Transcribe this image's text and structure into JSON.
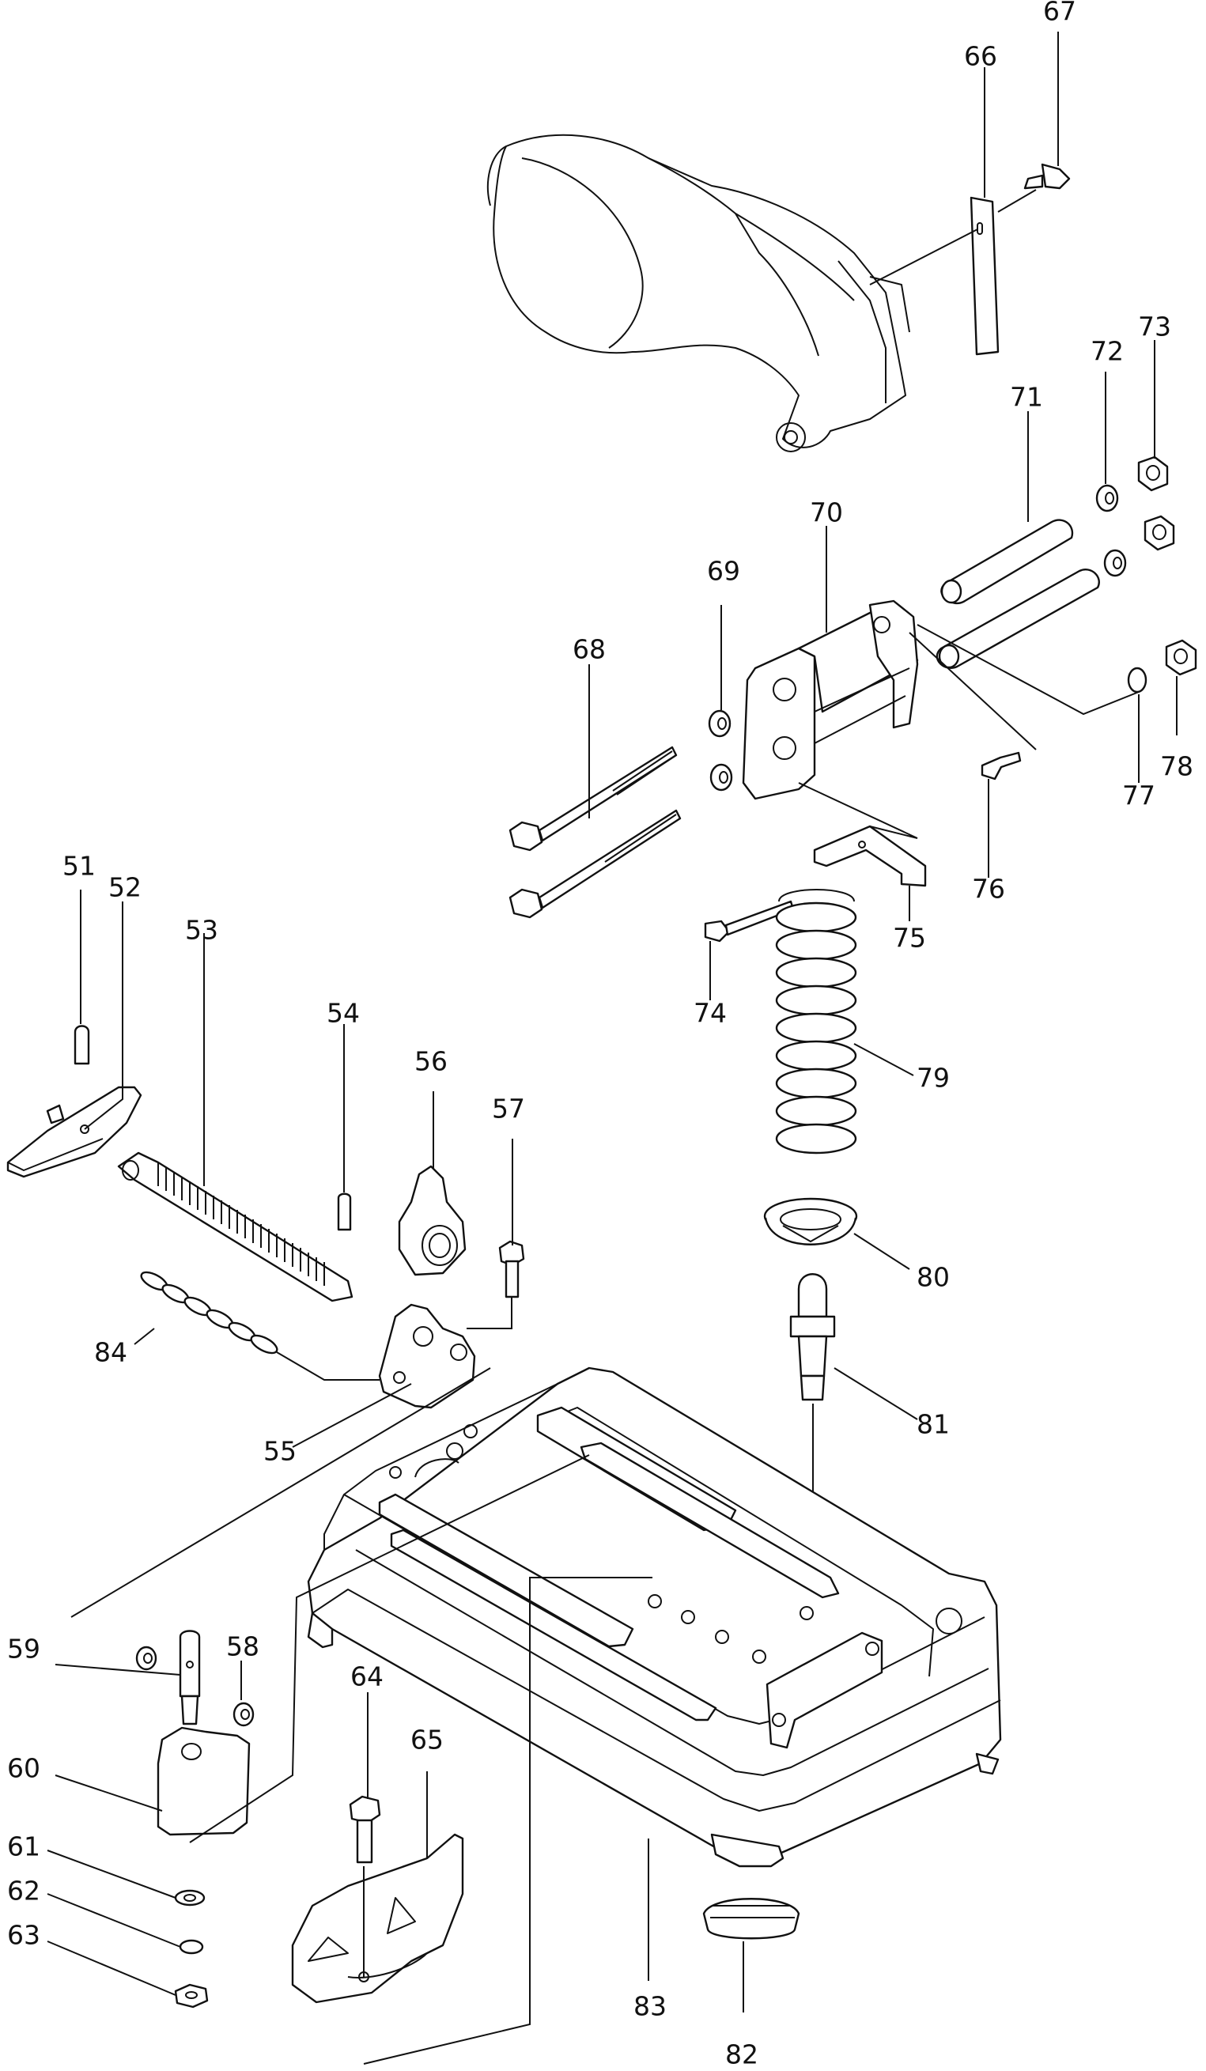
{
  "diagram": {
    "callouts": [
      {
        "id": "51",
        "label": "51"
      },
      {
        "id": "52",
        "label": "52"
      },
      {
        "id": "53",
        "label": "53"
      },
      {
        "id": "54",
        "label": "54"
      },
      {
        "id": "55",
        "label": "55"
      },
      {
        "id": "56",
        "label": "56"
      },
      {
        "id": "57",
        "label": "57"
      },
      {
        "id": "58",
        "label": "58"
      },
      {
        "id": "59",
        "label": "59"
      },
      {
        "id": "60",
        "label": "60"
      },
      {
        "id": "61",
        "label": "61"
      },
      {
        "id": "62",
        "label": "62"
      },
      {
        "id": "63",
        "label": "63"
      },
      {
        "id": "64",
        "label": "64"
      },
      {
        "id": "65",
        "label": "65"
      },
      {
        "id": "66",
        "label": "66"
      },
      {
        "id": "67",
        "label": "67"
      },
      {
        "id": "68",
        "label": "68"
      },
      {
        "id": "69",
        "label": "69"
      },
      {
        "id": "70",
        "label": "70"
      },
      {
        "id": "71",
        "label": "71"
      },
      {
        "id": "72",
        "label": "72"
      },
      {
        "id": "73",
        "label": "73"
      },
      {
        "id": "74",
        "label": "74"
      },
      {
        "id": "75",
        "label": "75"
      },
      {
        "id": "76",
        "label": "76"
      },
      {
        "id": "77",
        "label": "77"
      },
      {
        "id": "78",
        "label": "78"
      },
      {
        "id": "79",
        "label": "79"
      },
      {
        "id": "80",
        "label": "80"
      },
      {
        "id": "81",
        "label": "81"
      },
      {
        "id": "82",
        "label": "82"
      },
      {
        "id": "83",
        "label": "83"
      },
      {
        "id": "84",
        "label": "84"
      }
    ]
  }
}
